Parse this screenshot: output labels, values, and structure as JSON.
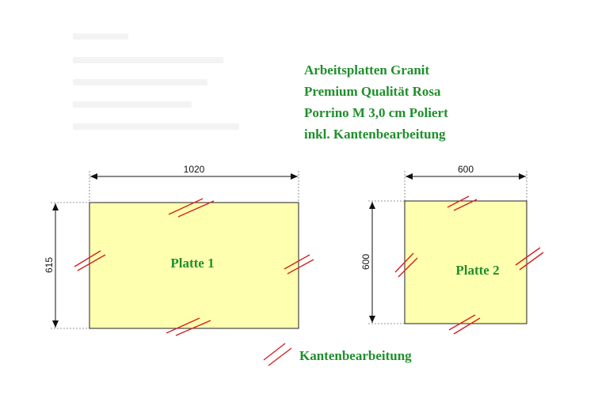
{
  "title": {
    "lines": [
      "Arbeitsplatten Granit",
      "Premium Qualität Rosa",
      "Porrino M 3,0 cm Poliert",
      "inkl. Kantenbearbeitung"
    ]
  },
  "plates": [
    {
      "label": "Platte 1",
      "width_mm": 1020,
      "depth_mm": 615,
      "width_label": "1020",
      "depth_label": "615"
    },
    {
      "label": "Platte 2",
      "width_mm": 600,
      "depth_mm": 600,
      "width_label": "600",
      "depth_label": "600"
    }
  ],
  "legend": {
    "label": "Kantenbearbeitung"
  },
  "colors": {
    "plate_fill": "#ffffb0",
    "edge_mark": "#d62020",
    "title_text": "#1f8f2c",
    "dimension_line": "#111111"
  }
}
